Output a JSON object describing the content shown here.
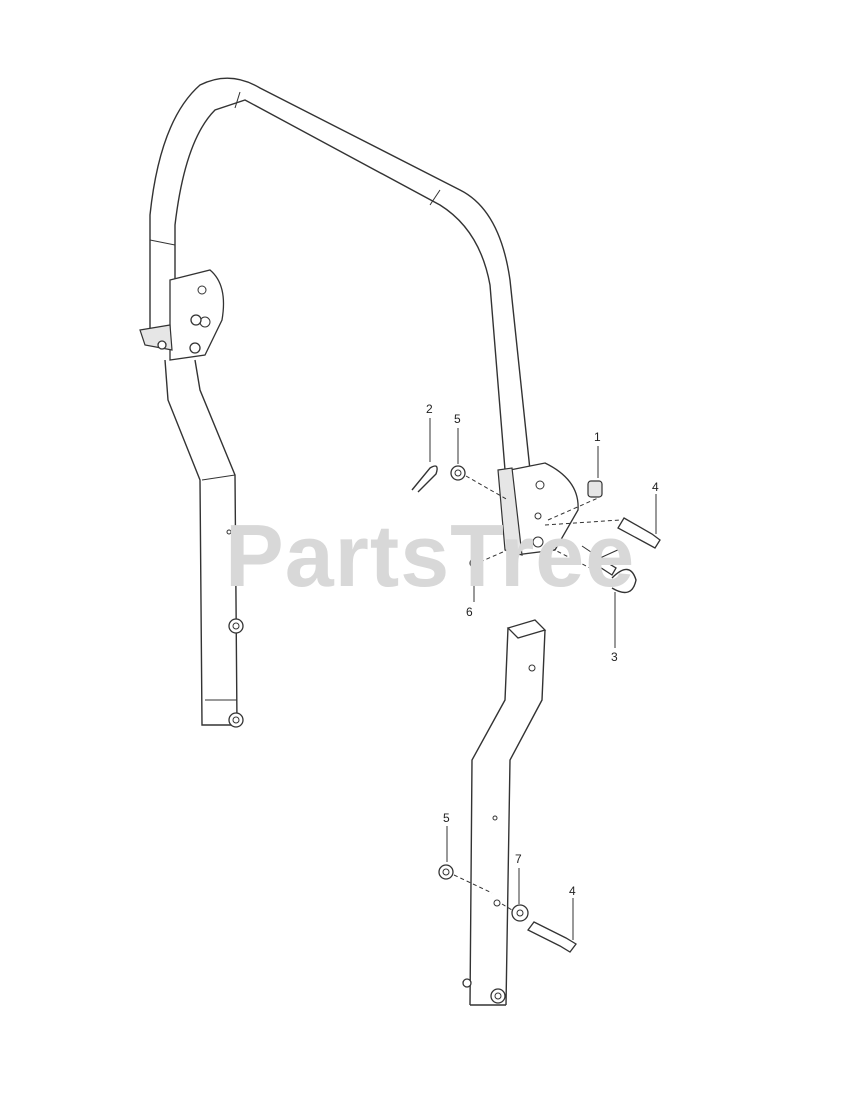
{
  "watermark": "PartsTree",
  "callouts": [
    {
      "id": "c2a",
      "label": "2"
    },
    {
      "id": "c5a",
      "label": "5"
    },
    {
      "id": "c1",
      "label": "1"
    },
    {
      "id": "c4a",
      "label": "4"
    },
    {
      "id": "c6",
      "label": "6"
    },
    {
      "id": "c3",
      "label": "3"
    },
    {
      "id": "c5b",
      "label": "5"
    },
    {
      "id": "c7",
      "label": "7"
    },
    {
      "id": "c4b",
      "label": "4"
    }
  ]
}
